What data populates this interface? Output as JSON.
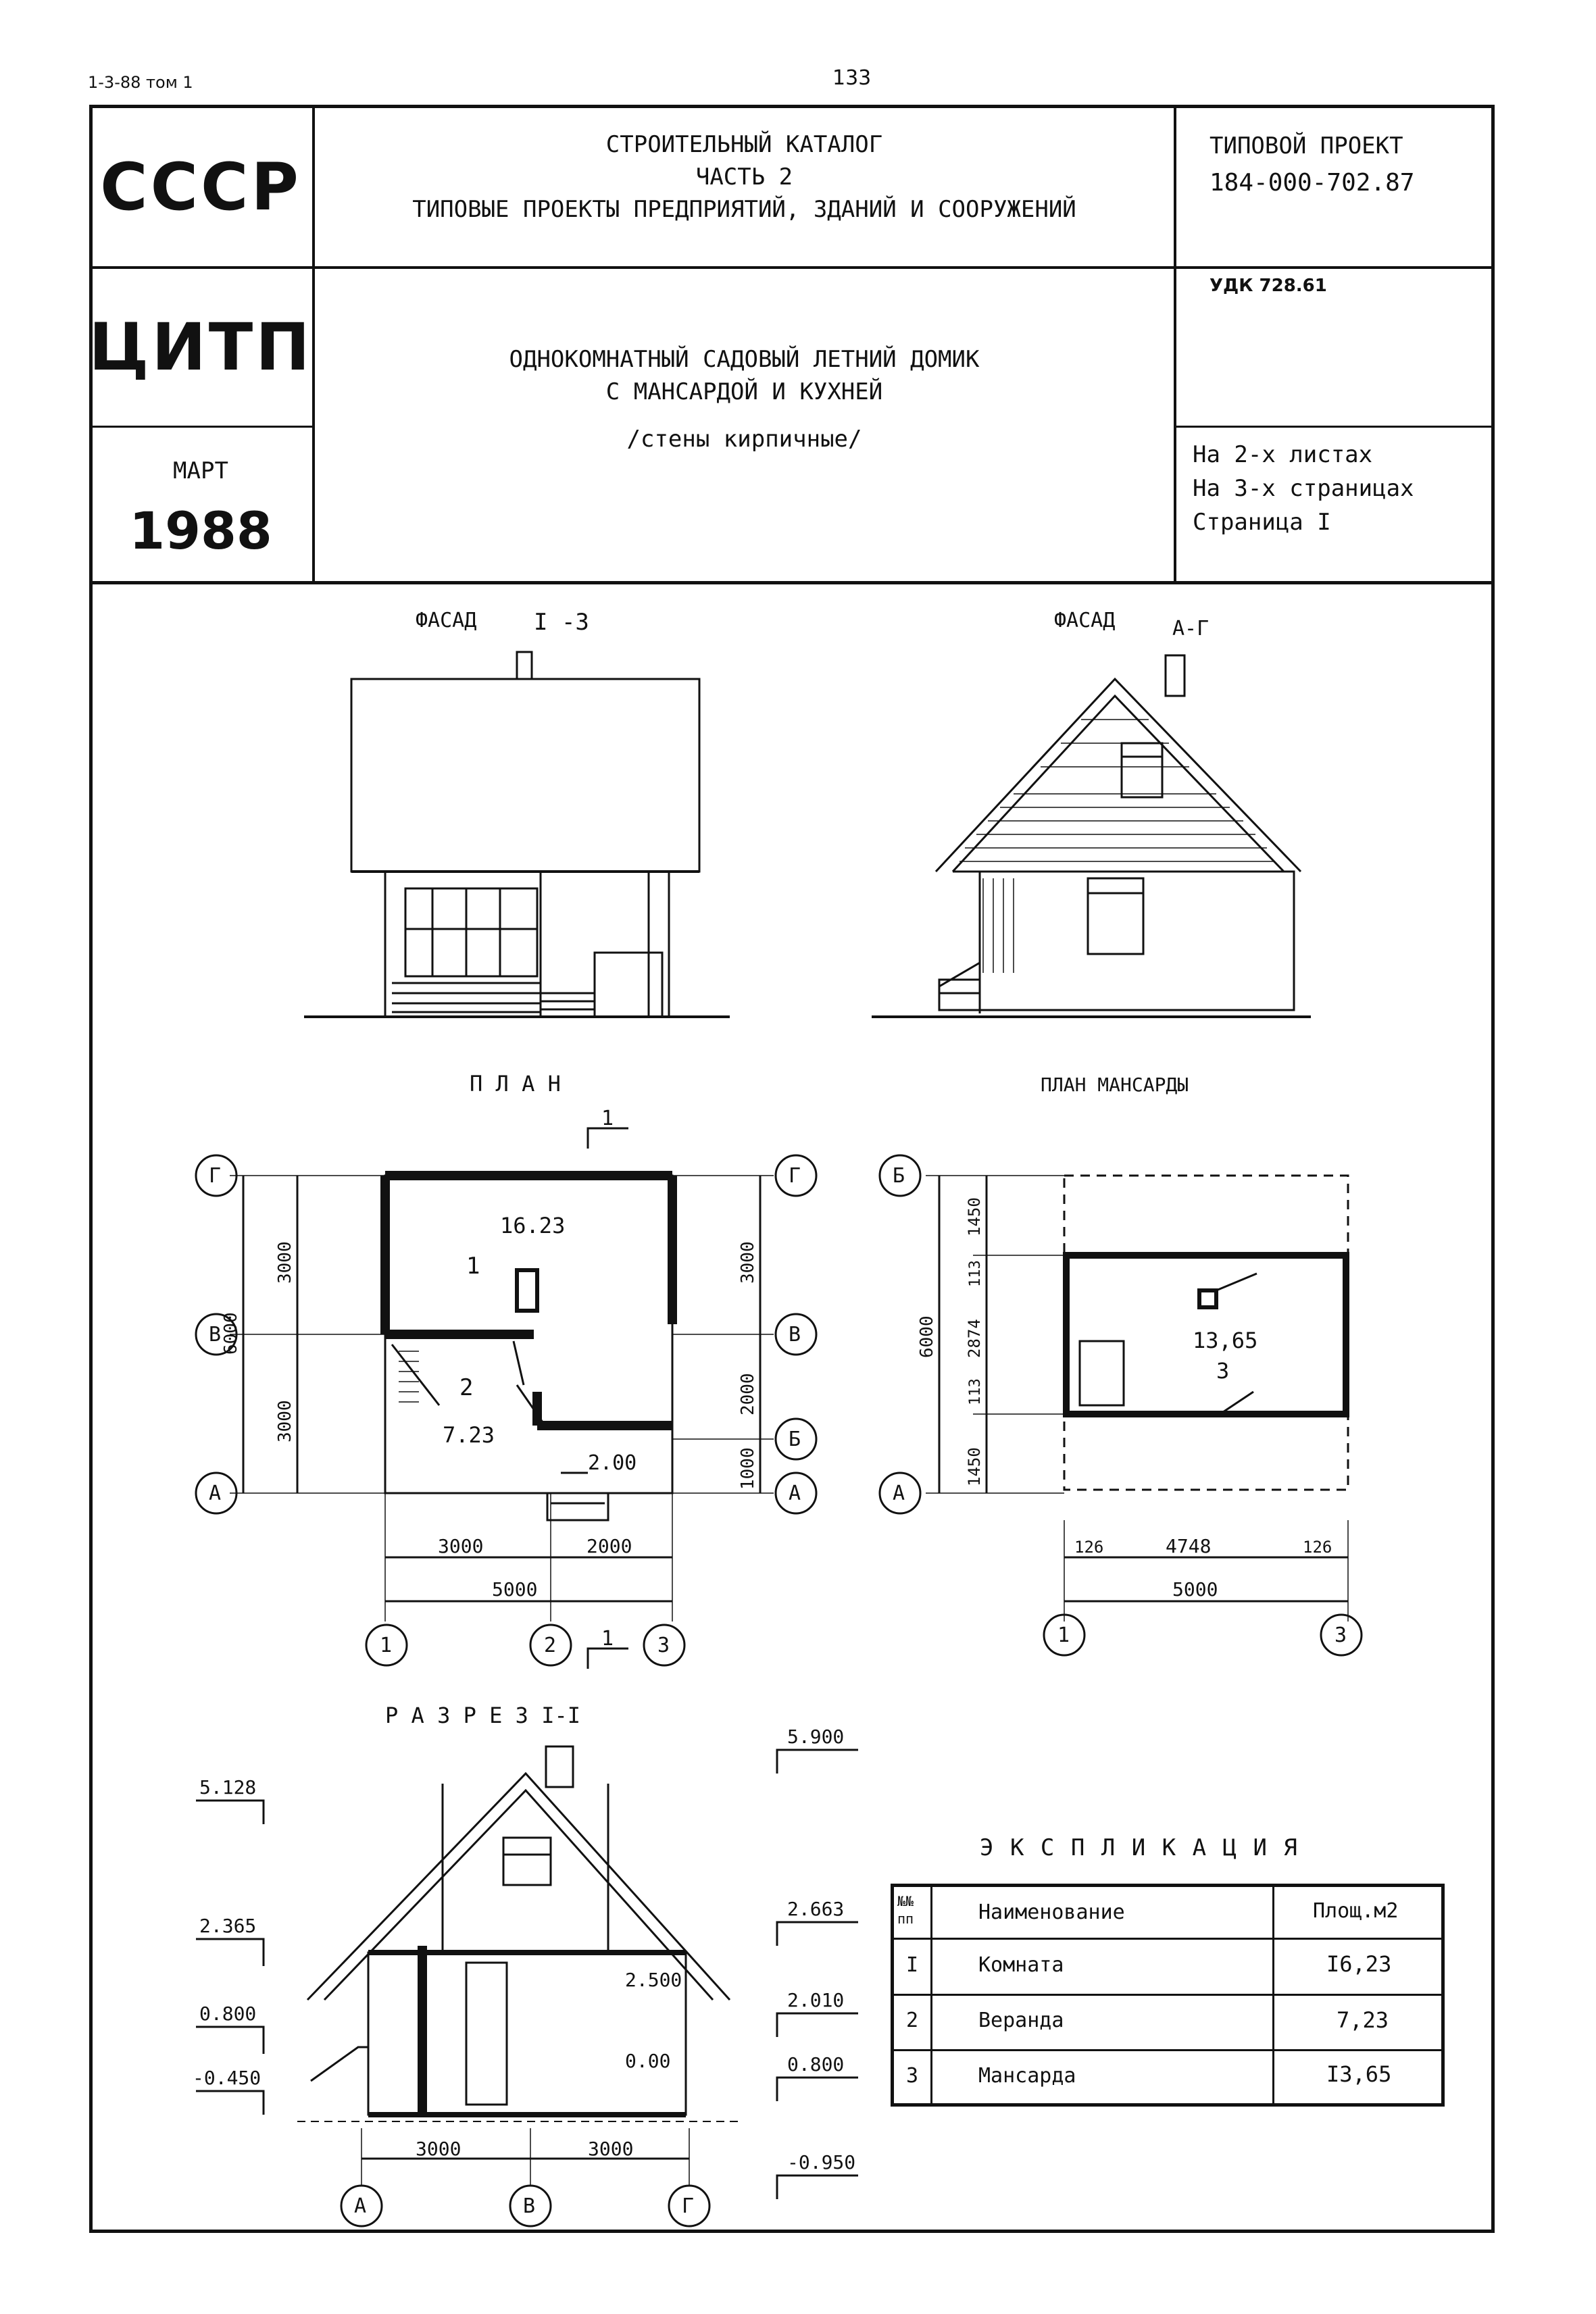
{
  "top": {
    "ref": "1-3-88 том 1",
    "page_no": "133"
  },
  "header": {
    "ussr": "СССР",
    "citp": "ЦИТП",
    "month": "МАРТ",
    "year": "1988",
    "catalog_line1": "СТРОИТЕЛЬНЫЙ КАТАЛОГ",
    "catalog_line2": "ЧАСТЬ 2",
    "catalog_line3": "ТИПОВЫЕ ПРОЕКТЫ ПРЕДПРИЯТИЙ, ЗДАНИЙ И СООРУЖЕНИЙ",
    "title_line1": "ОДНОКОМНАТНЫЙ САДОВЫЙ ЛЕТНИЙ ДОМИК",
    "title_line2": "С МАНСАРДОЙ И КУХНЕЙ",
    "title_line3": "/стены кирпичные/",
    "project_label": "ТИПОВОЙ ПРОЕКТ",
    "project_no": "184-000-702.87",
    "udk": "УДК 728.61",
    "sheets1": "На 2-х листах",
    "sheets2": "На 3-х страницах",
    "sheets3": "Страница I"
  },
  "drawings": {
    "facade1_title": "ФАСАД",
    "facade1_axes": "I -3",
    "facade2_title": "ФАСАД",
    "facade2_axes": "А-Г",
    "plan_title": "П Л А Н",
    "attic_title": "ПЛАН МАНСАРДЫ",
    "section_title": "Р А З Р Е З   I-I",
    "section_mark": "1",
    "plan": {
      "room1_area": "16.23",
      "room1_no": "1",
      "room2_no": "2",
      "room2_area": "7.23",
      "porch_area": "2.00",
      "axis_left": [
        "Г",
        "В",
        "А"
      ],
      "axis_right": [
        "Г",
        "В",
        "Б",
        "А"
      ],
      "axis_bottom": [
        "1",
        "2",
        "3"
      ],
      "dim_left_total": "6000",
      "dim_left_1": "3000",
      "dim_left_2": "3000",
      "dim_right_1": "3000",
      "dim_right_2": "2000",
      "dim_right_3": "1000",
      "dim_bottom_1": "3000",
      "dim_bottom_2": "2000",
      "dim_bottom_total": "5000"
    },
    "attic": {
      "area": "13,65",
      "no": "3",
      "axis_left": [
        "Б",
        "А"
      ],
      "axis_bottom": [
        "1",
        "3"
      ],
      "dim_total": "6000",
      "dim_a": "1450",
      "dim_b": "113",
      "dim_c": "2874",
      "dim_d": "113",
      "dim_e": "1450",
      "dim_w1": "126",
      "dim_w2": "4748",
      "dim_w3": "126",
      "dim_wtotal": "5000"
    },
    "section": {
      "levels_left": [
        "5.128",
        "2.365",
        "0.800",
        "-0.450"
      ],
      "levels_right": [
        "5.900",
        "2.663",
        "2.010",
        "0.800",
        "-0.950"
      ],
      "inner_levels": [
        "2.500",
        "0.00"
      ],
      "dims": [
        "3000",
        "3000"
      ],
      "axes": [
        "А",
        "В",
        "Г"
      ]
    }
  },
  "explication": {
    "title": "Э К С П Л И К А Ц И Я",
    "headers": [
      "№№ пп",
      "Наименование",
      "Площ.м2"
    ],
    "rows": [
      [
        "I",
        "Комната",
        "I6,23"
      ],
      [
        "2",
        "Веранда",
        "7,23"
      ],
      [
        "3",
        "Мансарда",
        "I3,65"
      ]
    ]
  }
}
